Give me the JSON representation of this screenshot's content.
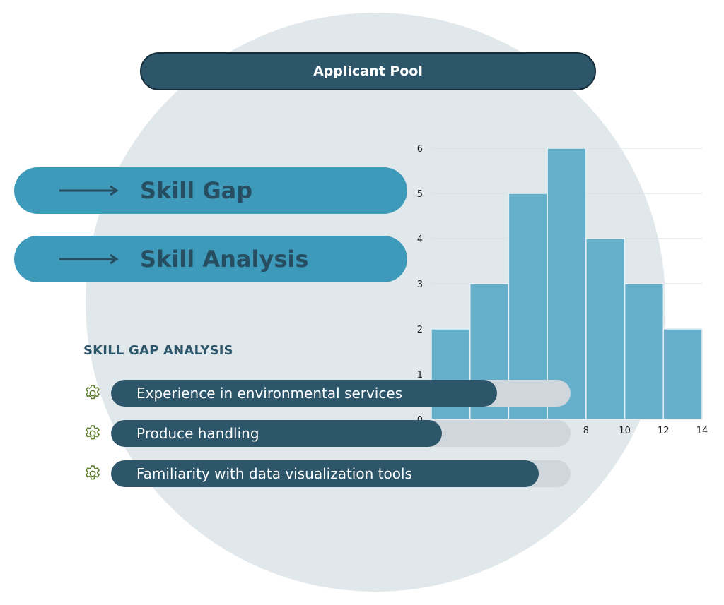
{
  "title": "Applicant Pool",
  "nav_items": [
    {
      "label": "Skill Gap"
    },
    {
      "label": "Skill Analysis"
    }
  ],
  "section_heading": "SKILL GAP ANALYSIS",
  "skills": [
    {
      "label": "Experience in environmental services",
      "level": 0.84
    },
    {
      "label": "Produce handling",
      "level": 0.72
    },
    {
      "label": "Familiarity with data visualization tools",
      "level": 0.93
    }
  ],
  "icons": {
    "arrow": "arrow-right-icon",
    "gear": "gear-icon"
  },
  "colors": {
    "background_circle": "#e1e8eb",
    "title_pill": "#2d566b",
    "nav_pill": "#3e9aba",
    "nav_text": "#274d61",
    "bar": "#66afca",
    "progress_fill": "#2d566b",
    "progress_track": "#cfd7dc",
    "gear": "#5a7a2a"
  },
  "chart_data": {
    "type": "bar",
    "bins": [
      [
        0,
        2
      ],
      [
        2,
        4
      ],
      [
        4,
        6
      ],
      [
        6,
        8
      ],
      [
        8,
        10
      ],
      [
        10,
        12
      ],
      [
        12,
        14
      ]
    ],
    "values": [
      2,
      3,
      5,
      6,
      4,
      3,
      2
    ],
    "x_ticks": [
      "8",
      "10",
      "12",
      "14"
    ],
    "y_ticks": [
      "0",
      "1",
      "2",
      "3",
      "4",
      "5",
      "6"
    ],
    "xlim": [
      0,
      14
    ],
    "ylim": [
      0,
      6
    ],
    "grid": true
  }
}
